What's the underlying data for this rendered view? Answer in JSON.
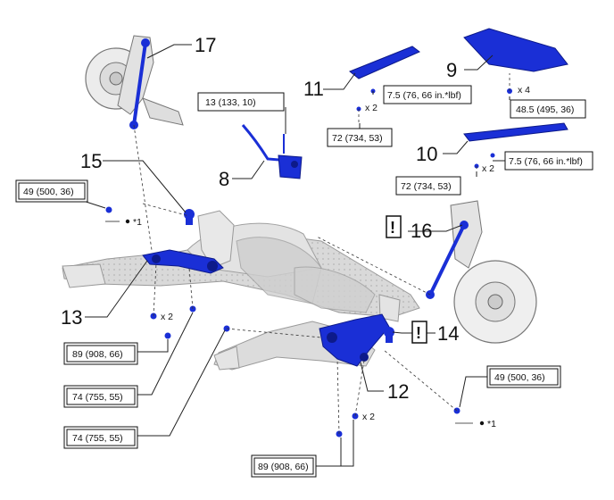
{
  "callouts": {
    "c8": "8",
    "c9": "9",
    "c10": "10",
    "c11": "11",
    "c12": "12",
    "c13": "13",
    "c14": "14",
    "c15": "15",
    "c16": "16",
    "c17": "17"
  },
  "torques": {
    "t_13": "13 (133, 10)",
    "t_49_left": "49 (500, 36)",
    "t_49_right": "49 (500, 36)",
    "t_72_top": "72 (734, 53)",
    "t_72_mid": "72 (734, 53)",
    "t_75_11": "7.5 (76, 66 in.*lbf)",
    "t_75_10": "7.5 (76, 66 in.*lbf)",
    "t_485": "48.5 (495, 36)",
    "t_89_left": "89 (908, 66)",
    "t_89_bottom": "89 (908, 66)",
    "t_74_a": "74 (755, 55)",
    "t_74_b": "74 (755, 55)"
  },
  "qty": {
    "q11": "x 2",
    "q9": "x 4",
    "q10": "x 2",
    "q13": "x 2",
    "q12": "x 2"
  },
  "notes": {
    "star_left": "*1",
    "star_right": "*1"
  },
  "marks": {
    "m16": "!",
    "m14": "!"
  },
  "colors": {
    "part_blue": "#1a2fd6",
    "part_blue_dark": "#0d1a8a",
    "frame_gray": "#d6d6d6",
    "line": "#222222"
  }
}
